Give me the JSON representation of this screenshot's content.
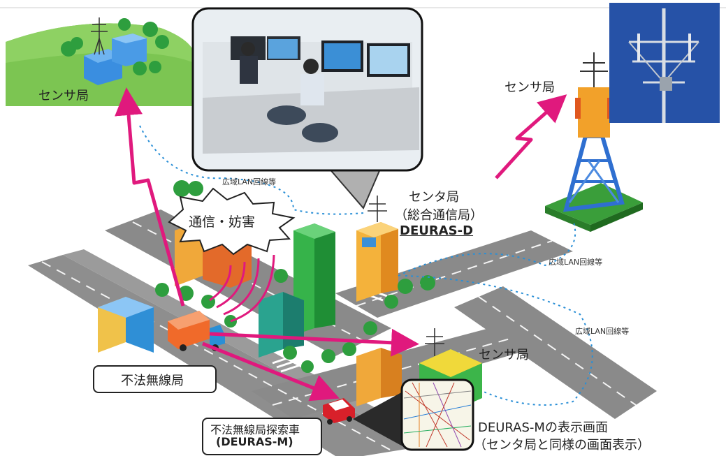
{
  "labels": {
    "sensor_station": "センサ局",
    "center_line1": "センタ局",
    "center_line2": "（総合通信局）",
    "center_system": "DEURAS-D",
    "lan": "広域LAN回線等",
    "interference": "通信・妨害",
    "illegal_station": "不法無線局",
    "search_car_line1": "不法無線局探索車",
    "search_car_line2": "(DEURAS-M)",
    "mobile_screen_line1": "DEURAS-Mの表示画面",
    "mobile_screen_line2": "（センタ局と同様の画面表示）"
  },
  "colors": {
    "arrow": "#e0197d",
    "lan_line": "#2a8fd6",
    "road": "#8a8a8a",
    "hill": "#7cc552",
    "tree": "#2e9e3e",
    "tower": "#2f6fd0"
  },
  "icons": [
    "antenna-icon",
    "truck-icon",
    "car-icon",
    "building-icon",
    "tree-icon",
    "tower-icon"
  ]
}
